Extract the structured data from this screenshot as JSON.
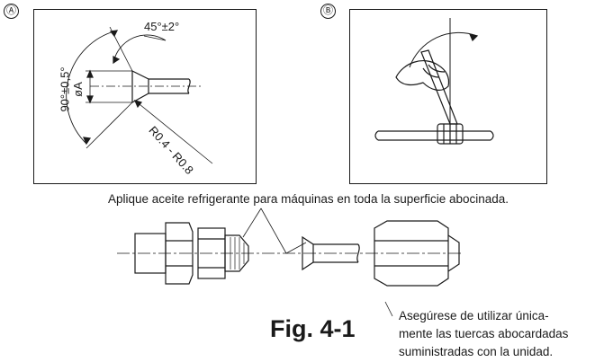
{
  "panel_a": {
    "badge": "Ⓐ",
    "angle_top": "45°±2°",
    "angle_side": "90°±0,5°",
    "diameter": "øA",
    "radius": "R0.4 - R0.8"
  },
  "panel_b": {
    "badge": "Ⓑ"
  },
  "caption": "Aplique aceite refrigerante para máquinas en toda la superficie abocinada.",
  "note": {
    "line1": "Asegúrese de utilizar única-",
    "line2": "mente las tuercas abocardadas",
    "line3": "suministradas con la unidad."
  },
  "figure_label": "Fig. 4-1"
}
